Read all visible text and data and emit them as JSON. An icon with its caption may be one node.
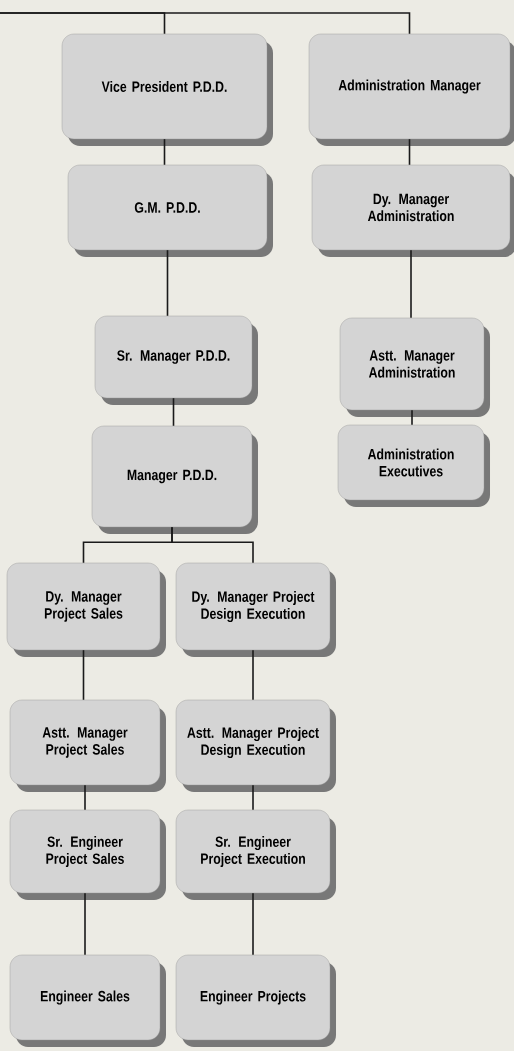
{
  "diagram": {
    "nodes": [
      {
        "text": [
          "Vice President P.D.D."
        ]
      },
      {
        "text": [
          "Administration Manager"
        ]
      },
      {
        "text": [
          "G.M. P.D.D."
        ]
      },
      {
        "text": [
          "Dy. Manager Administration"
        ]
      },
      {
        "text": [
          "Sr. Manager P.D.D."
        ]
      },
      {
        "text": [
          "Astt. Manager Administration"
        ]
      },
      {
        "text": [
          "Manager P.D.D."
        ]
      },
      {
        "text": [
          "Administration Executives"
        ]
      },
      {
        "text": [
          "Dy. Manager Project Sales"
        ]
      },
      {
        "text": [
          "Dy. Manager Project Design Execution"
        ]
      },
      {
        "text": [
          "Astt. Manager Project Sales"
        ]
      },
      {
        "text": [
          "Astt. Manager Project Design Execution"
        ]
      },
      {
        "text": [
          "Sr. Engineer Project Sales"
        ]
      },
      {
        "text": [
          "Sr. Engineer Project Execution"
        ]
      },
      {
        "text": [
          "Engineer Sales"
        ]
      },
      {
        "text": [
          "Engineer Projects"
        ]
      }
    ],
    "edges": [
      {
        "from": null,
        "to": 0,
        "arrow": "none"
      },
      {
        "from": null,
        "to": 1,
        "arrow": "none"
      },
      {
        "from": 0,
        "to": 2,
        "arrow": "none"
      },
      {
        "from": 2,
        "to": 4,
        "arrow": "none"
      },
      {
        "from": 4,
        "to": 6,
        "arrow": "none"
      },
      {
        "from": 6,
        "to": 8,
        "arrow": "none"
      },
      {
        "from": 6,
        "to": 9,
        "arrow": "none"
      },
      {
        "from": 8,
        "to": 10,
        "arrow": "none"
      },
      {
        "from": 10,
        "to": 12,
        "arrow": "none"
      },
      {
        "from": 12,
        "to": 14,
        "arrow": "none"
      },
      {
        "from": 9,
        "to": 11,
        "arrow": "none"
      },
      {
        "from": 11,
        "to": 13,
        "arrow": "none"
      },
      {
        "from": 13,
        "to": 15,
        "arrow": "none"
      },
      {
        "from": 1,
        "to": 3,
        "arrow": "none"
      },
      {
        "from": 3,
        "to": 5,
        "arrow": "none"
      },
      {
        "from": 5,
        "to": 7,
        "arrow": "none"
      }
    ]
  }
}
